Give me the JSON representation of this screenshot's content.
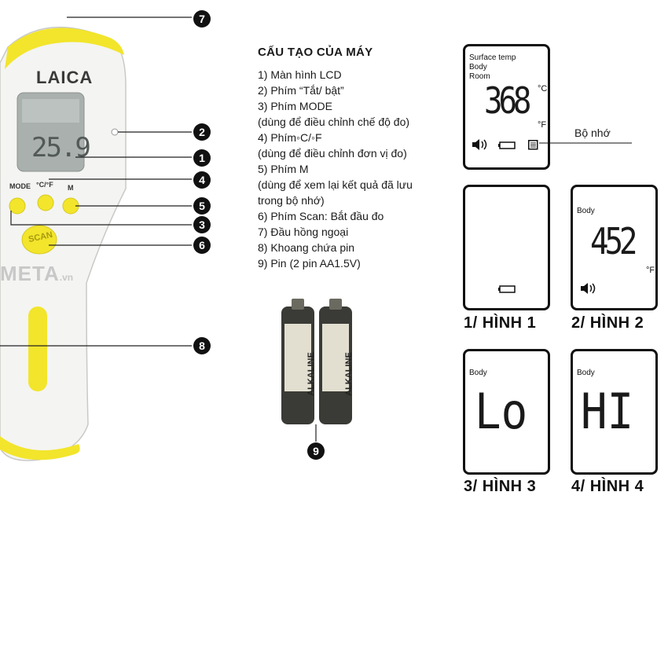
{
  "device": {
    "brand": "LAICA",
    "lcd_reading": "25.9",
    "button_labels": {
      "mode": "MODE",
      "unit": "°C/°F",
      "memory": "M"
    },
    "scan_label": "SCAN",
    "watermark": {
      "main": "META",
      "suffix": ".vn"
    },
    "callouts": [
      "1",
      "2",
      "3",
      "4",
      "5",
      "6",
      "7",
      "8",
      "9"
    ],
    "colors": {
      "accent": "#f2e52b",
      "body": "#f4f4f2",
      "outline": "#111111"
    }
  },
  "parts": {
    "title": "CẤU TẠO CỦA MÁY",
    "items": [
      "1) Màn hình LCD",
      "2) Phím “Tắt/ bật”",
      "3) Phím MODE",
      "(dùng để điều chỉnh chế độ đo)",
      "4) Phím◦C/◦F",
      "(dùng để điều chỉnh đơn vị đo)",
      "5) Phím M",
      "(dùng để xem lại kết quả đã lưu",
      "trong bộ nhớ)",
      "6) Phím Scan: Bắt đầu đo",
      "7) Đầu hồng ngoại",
      "8) Khoang chứa pin",
      "9) Pin (2 pin AA1.5V)"
    ]
  },
  "batteries": {
    "label": "ALKALINE",
    "count": 2
  },
  "main_display": {
    "modes": [
      "Surface temp",
      "Body",
      "Room"
    ],
    "reading": "368",
    "unit_c": "°C",
    "unit_f": "°F",
    "memory_label": "Bộ nhớ"
  },
  "figures": [
    {
      "caption": "1/ HÌNH 1",
      "mode": "",
      "reading": "",
      "unit": ""
    },
    {
      "caption": "2/ HÌNH 2",
      "mode": "Body",
      "reading": "452",
      "unit": "°F"
    },
    {
      "caption": "3/ HÌNH 3",
      "mode": "Body",
      "reading": "Lo",
      "unit": ""
    },
    {
      "caption": "4/ HÌNH 4",
      "mode": "Body",
      "reading": "HI",
      "unit": ""
    }
  ]
}
